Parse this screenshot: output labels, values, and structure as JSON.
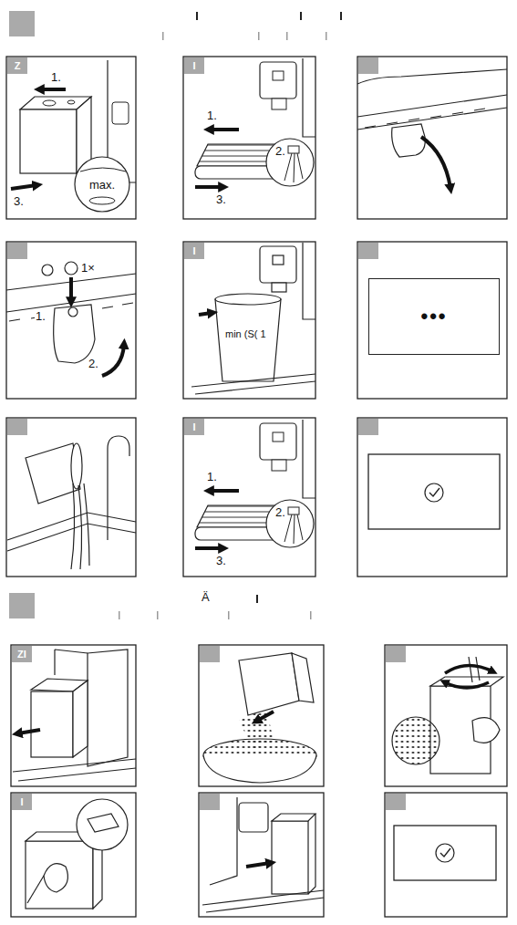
{
  "diagram": {
    "nodes": [
      {
        "text": [
          "Z"
        ]
      },
      {
        "text": [
          "I"
        ]
      },
      {
        "text": [
          "I"
        ]
      },
      {
        "text": [
          "•••"
        ]
      },
      {
        "text": [
          "I"
        ]
      },
      {
        "text": [
          "ZI"
        ]
      },
      {
        "text": [
          "I"
        ]
      }
    ],
    "labels": [
      "1.",
      "3.",
      "max.",
      "1.",
      "2.",
      "3.",
      "1×",
      "1.",
      "2.",
      "min (S( 1",
      "1.",
      "2.",
      "3.",
      "Ä"
    ]
  }
}
